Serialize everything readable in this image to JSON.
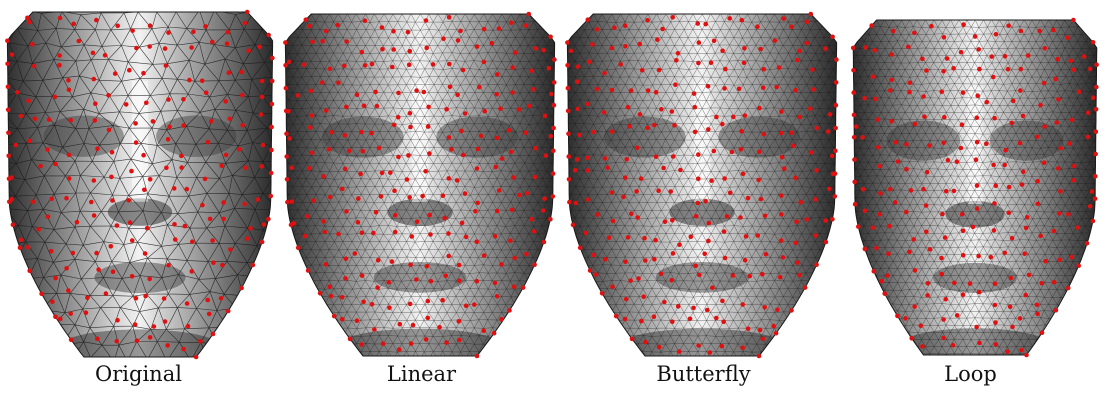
{
  "panels": [
    {
      "id": "original",
      "label": "Original"
    },
    {
      "id": "linear",
      "label": "Linear"
    },
    {
      "id": "butterfly",
      "label": "Butterfly"
    },
    {
      "id": "loop",
      "label": "Loop"
    }
  ],
  "colors": {
    "marker": "#e01010",
    "mesh_line": "#1a1a1a",
    "background": "#ffffff"
  }
}
